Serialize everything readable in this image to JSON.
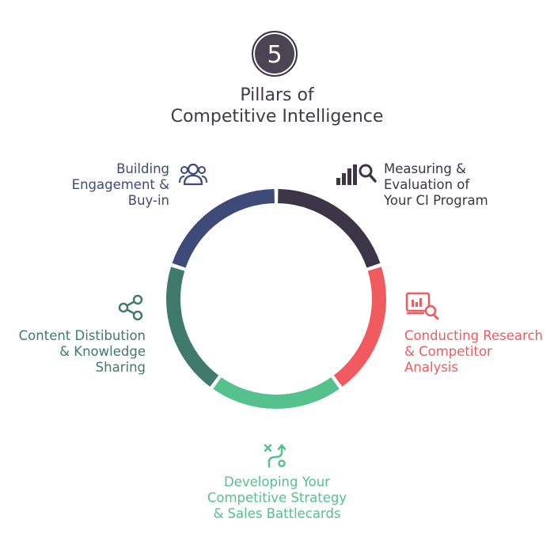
{
  "badge": {
    "number": "5"
  },
  "title": {
    "line1": "Pillars of",
    "line2": "Competitive Intelligence"
  },
  "pillars": [
    {
      "key": "measuring",
      "lines": [
        "Measuring &",
        "Evaluation of",
        "Your CI Program"
      ],
      "color": "#3b3548",
      "icon": "bar-chart-magnifier-icon"
    },
    {
      "key": "research",
      "lines": [
        "Conducting Research",
        "& Competitor",
        "Analysis"
      ],
      "color": "#ef5b5f",
      "icon": "report-magnifier-icon"
    },
    {
      "key": "strategy",
      "lines": [
        "Developing Your",
        "Competitive Strategy",
        "& Sales Battlecards"
      ],
      "color": "#55c18d",
      "icon": "strategy-path-icon"
    },
    {
      "key": "content",
      "lines": [
        "Content Distibution",
        "& Knowledge",
        "Sharing"
      ],
      "color": "#3f7a6c",
      "icon": "share-icon"
    },
    {
      "key": "engagement",
      "lines": [
        "Building",
        "Engagement &",
        "Buy-in"
      ],
      "color": "#3e4a78",
      "icon": "users-icon"
    }
  ]
}
